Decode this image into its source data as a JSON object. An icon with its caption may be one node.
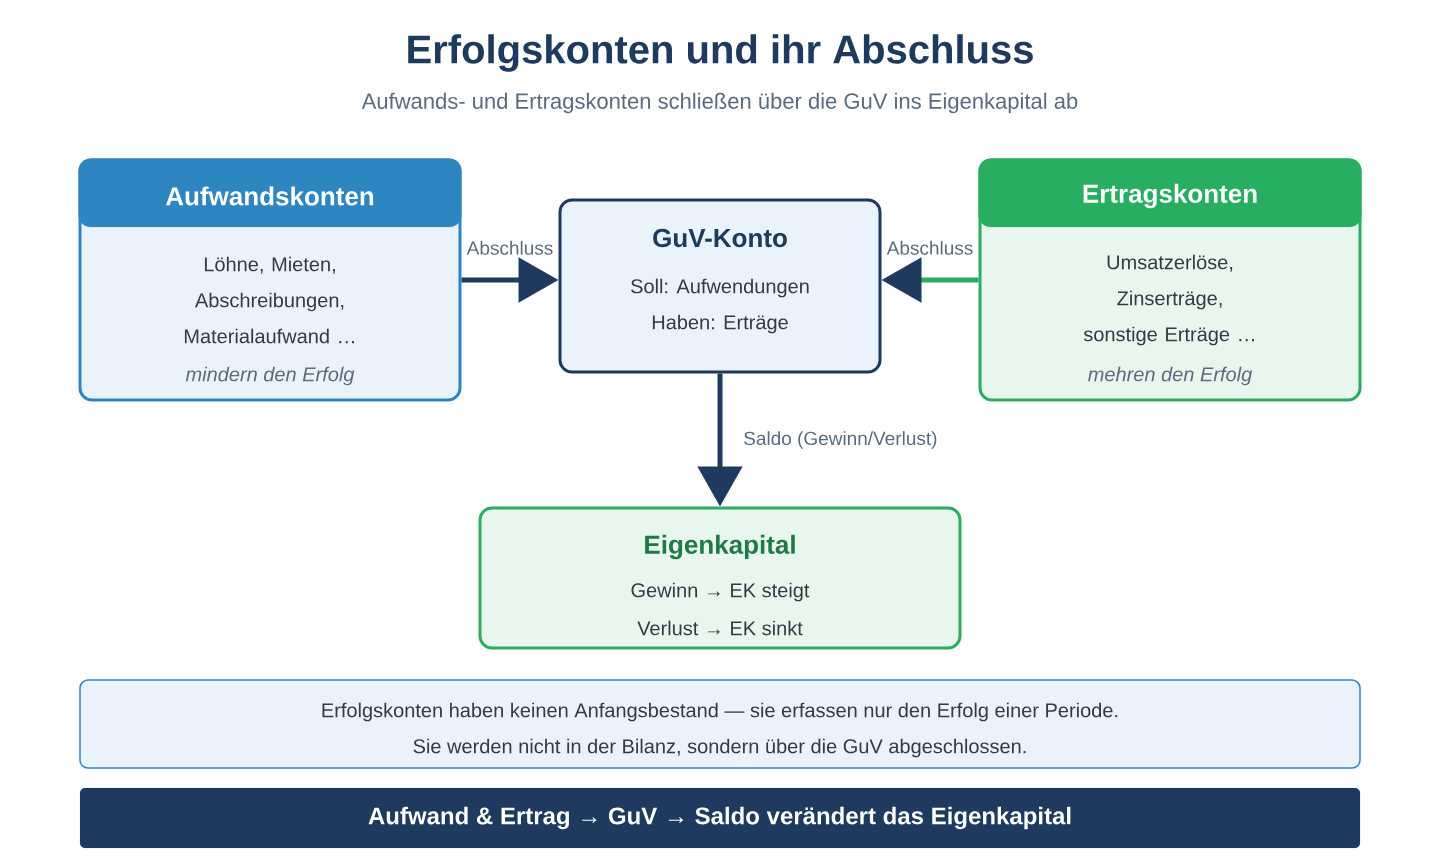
{
  "diagram": {
    "title": "Erfolgskonten und ihr Abschluss",
    "nodes": [
      {
        "text": [
          "Löhne, Mieten, Abschreibungen, Materialaufwand …",
          "mindern den Erfolg"
        ]
      },
      {
        "text": [
          "Aufwandskonten"
        ],
        "in": 0
      },
      {
        "text": [
          "GuV-Konto",
          "Soll: Aufwendungen",
          "Haben: Erträge"
        ]
      },
      {
        "text": [
          "Umsatzerlöse, Zinserträge, sonstige Erträge …",
          "mehren den Erfolg"
        ]
      },
      {
        "text": [
          "Ertragskonten"
        ],
        "in": 3
      },
      {
        "text": [
          "Eigenkapital",
          "Gewinn → EK steigt",
          "Verlust → EK sinkt"
        ]
      },
      {
        "text": [
          "Erfolgskonten haben keinen Anfangsbestand — sie erfassen nur den Erfolg einer Periode.",
          "Sie werden nicht in der Bilanz, sondern über die GuV abgeschlossen."
        ]
      },
      {
        "text": [
          "Aufwand & Ertrag → GuV → Saldo verändert das Eigenkapital"
        ]
      }
    ],
    "edges": [
      {
        "from": 0,
        "to": 2,
        "arrow": "to",
        "label": "Abschluss"
      },
      {
        "from": 3,
        "to": 2,
        "arrow": "to",
        "label": "Abschluss",
        "color": "#27ae60"
      },
      {
        "from": 2,
        "to": 5,
        "arrow": "to",
        "label": "Saldo (Gewinn/Verlust)"
      }
    ],
    "labels": [
      "Aufwands- und Ertragskonten schließen über die GuV ins Eigenkapital ab"
    ]
  }
}
